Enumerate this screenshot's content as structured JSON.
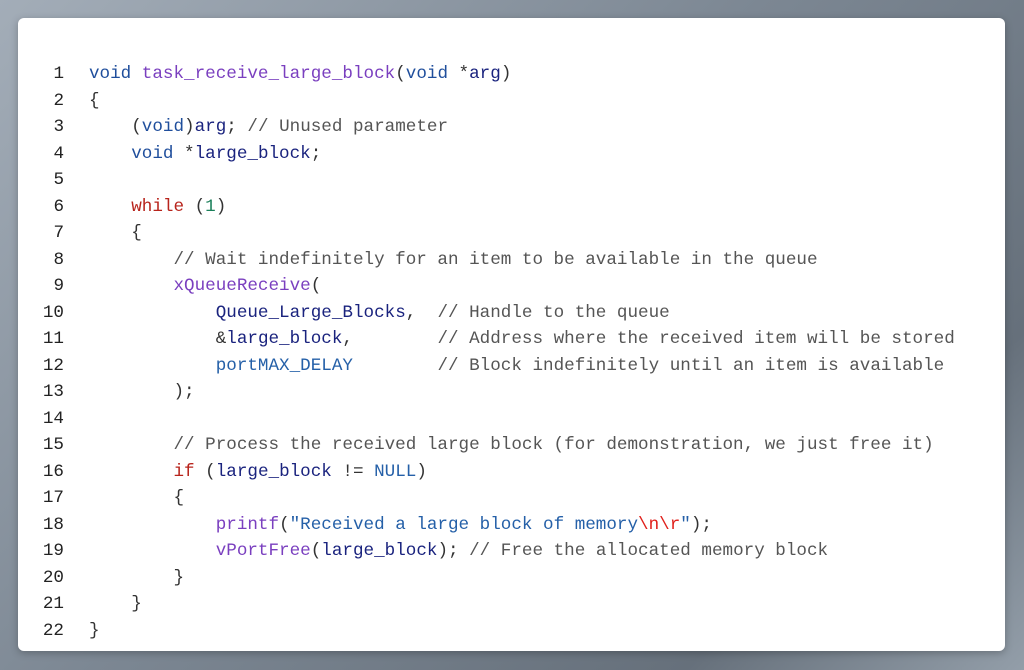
{
  "colors": {
    "keyword": "#1f4e9c",
    "control": "#b8241c",
    "function": "#7a3fbf",
    "identifier": "#1a237e",
    "macro": "#2560a8",
    "number": "#1a7f5a",
    "string": "#2560a8",
    "escape": "#e0201b",
    "comment": "#555555"
  },
  "code": {
    "lines": [
      {
        "n": "1",
        "tokens": [
          {
            "t": "kw",
            "v": "void"
          },
          {
            "t": "pn",
            "v": " "
          },
          {
            "t": "fn",
            "v": "task_receive_large_block"
          },
          {
            "t": "pn",
            "v": "("
          },
          {
            "t": "kw",
            "v": "void"
          },
          {
            "t": "pn",
            "v": " *"
          },
          {
            "t": "id",
            "v": "arg"
          },
          {
            "t": "pn",
            "v": ")"
          }
        ]
      },
      {
        "n": "2",
        "tokens": [
          {
            "t": "pn",
            "v": "{"
          }
        ]
      },
      {
        "n": "3",
        "tokens": [
          {
            "t": "pn",
            "v": "    ("
          },
          {
            "t": "kw",
            "v": "void"
          },
          {
            "t": "pn",
            "v": ")"
          },
          {
            "t": "id",
            "v": "arg"
          },
          {
            "t": "pn",
            "v": "; "
          },
          {
            "t": "cm",
            "v": "// Unused parameter"
          }
        ]
      },
      {
        "n": "4",
        "tokens": [
          {
            "t": "pn",
            "v": "    "
          },
          {
            "t": "kw",
            "v": "void"
          },
          {
            "t": "pn",
            "v": " *"
          },
          {
            "t": "id",
            "v": "large_block"
          },
          {
            "t": "pn",
            "v": ";"
          }
        ]
      },
      {
        "n": "5",
        "tokens": []
      },
      {
        "n": "6",
        "tokens": [
          {
            "t": "pn",
            "v": "    "
          },
          {
            "t": "ctl",
            "v": "while"
          },
          {
            "t": "pn",
            "v": " ("
          },
          {
            "t": "num",
            "v": "1"
          },
          {
            "t": "pn",
            "v": ")"
          }
        ]
      },
      {
        "n": "7",
        "tokens": [
          {
            "t": "pn",
            "v": "    {"
          }
        ]
      },
      {
        "n": "8",
        "tokens": [
          {
            "t": "pn",
            "v": "        "
          },
          {
            "t": "cm",
            "v": "// Wait indefinitely for an item to be available in the queue"
          }
        ]
      },
      {
        "n": "9",
        "tokens": [
          {
            "t": "pn",
            "v": "        "
          },
          {
            "t": "fn",
            "v": "xQueueReceive"
          },
          {
            "t": "pn",
            "v": "("
          }
        ]
      },
      {
        "n": "10",
        "tokens": [
          {
            "t": "pn",
            "v": "            "
          },
          {
            "t": "id",
            "v": "Queue_Large_Blocks"
          },
          {
            "t": "pn",
            "v": ",  "
          },
          {
            "t": "cm",
            "v": "// Handle to the queue"
          }
        ]
      },
      {
        "n": "11",
        "tokens": [
          {
            "t": "pn",
            "v": "            &"
          },
          {
            "t": "id",
            "v": "large_block"
          },
          {
            "t": "pn",
            "v": ",        "
          },
          {
            "t": "cm",
            "v": "// Address where the received item will be stored"
          }
        ]
      },
      {
        "n": "12",
        "tokens": [
          {
            "t": "pn",
            "v": "            "
          },
          {
            "t": "mac",
            "v": "portMAX_DELAY"
          },
          {
            "t": "pn",
            "v": "        "
          },
          {
            "t": "cm",
            "v": "// Block indefinitely until an item is available"
          }
        ]
      },
      {
        "n": "13",
        "tokens": [
          {
            "t": "pn",
            "v": "        );"
          }
        ]
      },
      {
        "n": "14",
        "tokens": []
      },
      {
        "n": "15",
        "tokens": [
          {
            "t": "pn",
            "v": "        "
          },
          {
            "t": "cm",
            "v": "// Process the received large block (for demonstration, we just free it)"
          }
        ]
      },
      {
        "n": "16",
        "tokens": [
          {
            "t": "pn",
            "v": "        "
          },
          {
            "t": "ctl",
            "v": "if"
          },
          {
            "t": "pn",
            "v": " ("
          },
          {
            "t": "id",
            "v": "large_block"
          },
          {
            "t": "pn",
            "v": " != "
          },
          {
            "t": "mac",
            "v": "NULL"
          },
          {
            "t": "pn",
            "v": ")"
          }
        ]
      },
      {
        "n": "17",
        "tokens": [
          {
            "t": "pn",
            "v": "        {"
          }
        ]
      },
      {
        "n": "18",
        "tokens": [
          {
            "t": "pn",
            "v": "            "
          },
          {
            "t": "fn",
            "v": "printf"
          },
          {
            "t": "pn",
            "v": "("
          },
          {
            "t": "str",
            "v": "\"Received a large block of memory"
          },
          {
            "t": "esc",
            "v": "\\n\\r"
          },
          {
            "t": "str",
            "v": "\""
          },
          {
            "t": "pn",
            "v": ");"
          }
        ]
      },
      {
        "n": "19",
        "tokens": [
          {
            "t": "pn",
            "v": "            "
          },
          {
            "t": "fn",
            "v": "vPortFree"
          },
          {
            "t": "pn",
            "v": "("
          },
          {
            "t": "id",
            "v": "large_block"
          },
          {
            "t": "pn",
            "v": "); "
          },
          {
            "t": "cm",
            "v": "// Free the allocated memory block"
          }
        ]
      },
      {
        "n": "20",
        "tokens": [
          {
            "t": "pn",
            "v": "        }"
          }
        ]
      },
      {
        "n": "21",
        "tokens": [
          {
            "t": "pn",
            "v": "    }"
          }
        ]
      },
      {
        "n": "22",
        "tokens": [
          {
            "t": "pn",
            "v": "}"
          }
        ]
      }
    ]
  }
}
